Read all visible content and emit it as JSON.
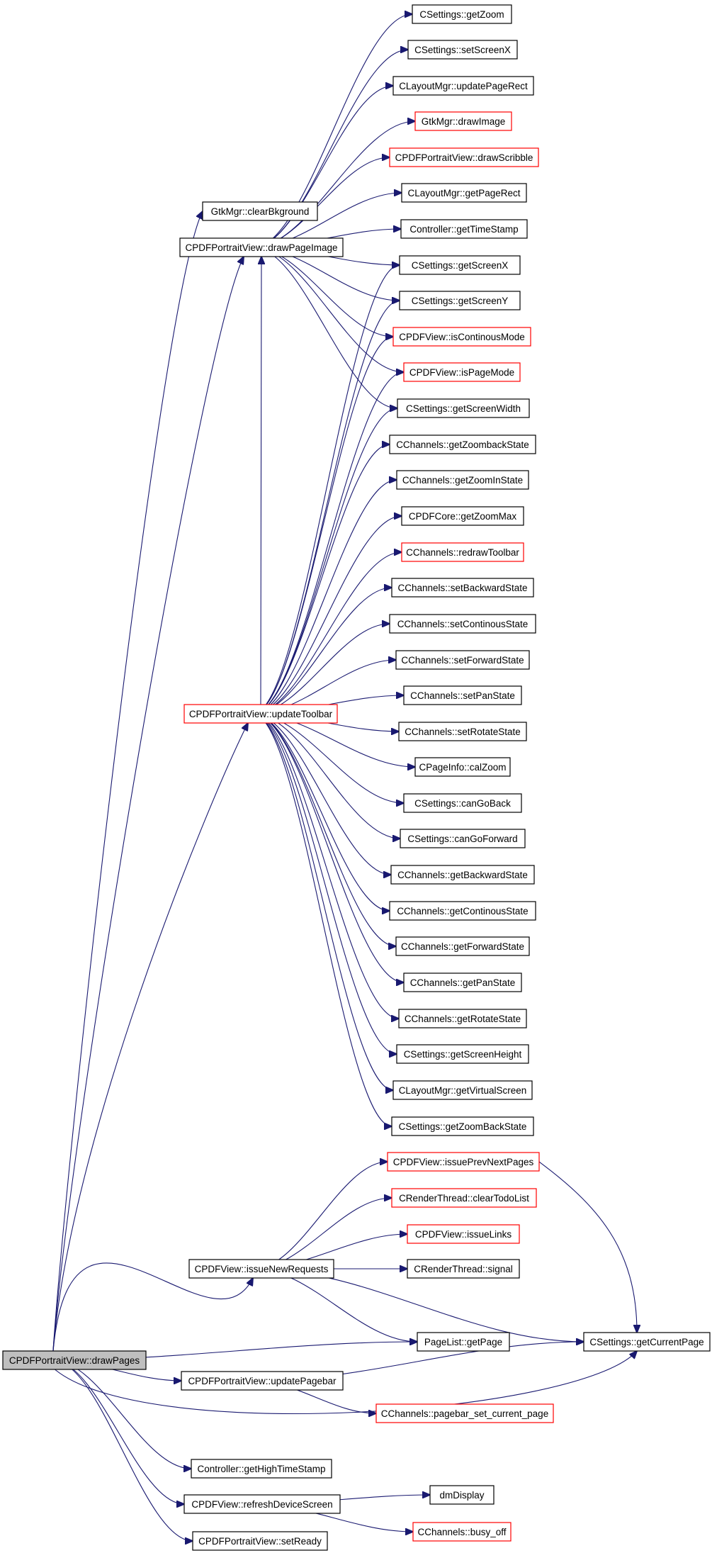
{
  "diagram": {
    "colors": {
      "edge": "#191970",
      "red_border": "#ff0000",
      "root_fill": "#bfbfbf"
    },
    "nodes": [
      {
        "id": "root",
        "label": "CPDFPortraitView::drawPages",
        "style": "root"
      },
      {
        "id": "gtk_clear",
        "label": "GtkMgr::clearBkground",
        "style": "normal"
      },
      {
        "id": "drawPageImage",
        "label": "CPDFPortraitView::drawPageImage",
        "style": "normal"
      },
      {
        "id": "updateToolbar",
        "label": "CPDFPortraitView::updateToolbar",
        "style": "red"
      },
      {
        "id": "issueNewRequests",
        "label": "CPDFView::issueNewRequests",
        "style": "normal"
      },
      {
        "id": "updatePagebar",
        "label": "CPDFPortraitView::updatePagebar",
        "style": "normal"
      },
      {
        "id": "getHighTimeStamp",
        "label": "Controller::getHighTimeStamp",
        "style": "normal"
      },
      {
        "id": "refreshDeviceScreen",
        "label": "CPDFView::refreshDeviceScreen",
        "style": "normal"
      },
      {
        "id": "setReady",
        "label": "CPDFPortraitView::setReady",
        "style": "normal"
      },
      {
        "id": "getZoom",
        "label": "CSettings::getZoom",
        "style": "normal"
      },
      {
        "id": "setScreenX",
        "label": "CSettings::setScreenX",
        "style": "normal"
      },
      {
        "id": "updatePageRect",
        "label": "CLayoutMgr::updatePageRect",
        "style": "normal"
      },
      {
        "id": "drawImage",
        "label": "GtkMgr::drawImage",
        "style": "red"
      },
      {
        "id": "drawScribble",
        "label": "CPDFPortraitView::drawScribble",
        "style": "red"
      },
      {
        "id": "getPageRect",
        "label": "CLayoutMgr::getPageRect",
        "style": "normal"
      },
      {
        "id": "getTimeStamp",
        "label": "Controller::getTimeStamp",
        "style": "normal"
      },
      {
        "id": "getScreenX",
        "label": "CSettings::getScreenX",
        "style": "normal"
      },
      {
        "id": "getScreenY",
        "label": "CSettings::getScreenY",
        "style": "normal"
      },
      {
        "id": "isContinousMode",
        "label": "CPDFView::isContinousMode",
        "style": "red"
      },
      {
        "id": "isPageMode",
        "label": "CPDFView::isPageMode",
        "style": "red"
      },
      {
        "id": "getScreenWidth",
        "label": "CSettings::getScreenWidth",
        "style": "normal"
      },
      {
        "id": "getZoombackState",
        "label": "CChannels::getZoombackState",
        "style": "normal"
      },
      {
        "id": "getZoomInState",
        "label": "CChannels::getZoomInState",
        "style": "normal"
      },
      {
        "id": "getZoomMax",
        "label": "CPDFCore::getZoomMax",
        "style": "normal"
      },
      {
        "id": "redrawToolbar",
        "label": "CChannels::redrawToolbar",
        "style": "red"
      },
      {
        "id": "setBackwardState",
        "label": "CChannels::setBackwardState",
        "style": "normal"
      },
      {
        "id": "setContinousState",
        "label": "CChannels::setContinousState",
        "style": "normal"
      },
      {
        "id": "setForwardState",
        "label": "CChannels::setForwardState",
        "style": "normal"
      },
      {
        "id": "setPanState",
        "label": "CChannels::setPanState",
        "style": "normal"
      },
      {
        "id": "setRotateState",
        "label": "CChannels::setRotateState",
        "style": "normal"
      },
      {
        "id": "calZoom",
        "label": "CPageInfo::calZoom",
        "style": "normal"
      },
      {
        "id": "canGoBack",
        "label": "CSettings::canGoBack",
        "style": "normal"
      },
      {
        "id": "canGoForward",
        "label": "CSettings::canGoForward",
        "style": "normal"
      },
      {
        "id": "getBackwardState",
        "label": "CChannels::getBackwardState",
        "style": "normal"
      },
      {
        "id": "getContinousState",
        "label": "CChannels::getContinousState",
        "style": "normal"
      },
      {
        "id": "getForwardState",
        "label": "CChannels::getForwardState",
        "style": "normal"
      },
      {
        "id": "getPanState",
        "label": "CChannels::getPanState",
        "style": "normal"
      },
      {
        "id": "getRotateState",
        "label": "CChannels::getRotateState",
        "style": "normal"
      },
      {
        "id": "getScreenHeight",
        "label": "CSettings::getScreenHeight",
        "style": "normal"
      },
      {
        "id": "getVirtualScreen",
        "label": "CLayoutMgr::getVirtualScreen",
        "style": "normal"
      },
      {
        "id": "getZoomBackState",
        "label": "CSettings::getZoomBackState",
        "style": "normal"
      },
      {
        "id": "issuePrevNextPages",
        "label": "CPDFView::issuePrevNextPages",
        "style": "red"
      },
      {
        "id": "clearTodoList",
        "label": "CRenderThread::clearTodoList",
        "style": "red"
      },
      {
        "id": "issueLinks",
        "label": "CPDFView::issueLinks",
        "style": "red"
      },
      {
        "id": "signal",
        "label": "CRenderThread::signal",
        "style": "normal"
      },
      {
        "id": "getPage",
        "label": "PageList::getPage",
        "style": "normal"
      },
      {
        "id": "getCurrentPage",
        "label": "CSettings::getCurrentPage",
        "style": "normal"
      },
      {
        "id": "pagebar_set_current_page",
        "label": "CChannels::pagebar_set_current_page",
        "style": "red"
      },
      {
        "id": "dmDisplay",
        "label": "dmDisplay",
        "style": "normal"
      },
      {
        "id": "busy_off",
        "label": "CChannels::busy_off",
        "style": "red"
      }
    ],
    "edges": [
      [
        "root",
        "gtk_clear"
      ],
      [
        "root",
        "drawPageImage"
      ],
      [
        "root",
        "updateToolbar"
      ],
      [
        "root",
        "issueNewRequests"
      ],
      [
        "root",
        "getPage"
      ],
      [
        "root",
        "updatePagebar"
      ],
      [
        "root",
        "getCurrentPage"
      ],
      [
        "root",
        "getHighTimeStamp"
      ],
      [
        "root",
        "refreshDeviceScreen"
      ],
      [
        "root",
        "setReady"
      ],
      [
        "drawPageImage",
        "getZoom"
      ],
      [
        "drawPageImage",
        "setScreenX"
      ],
      [
        "drawPageImage",
        "updatePageRect"
      ],
      [
        "drawPageImage",
        "drawImage"
      ],
      [
        "drawPageImage",
        "drawScribble"
      ],
      [
        "drawPageImage",
        "getPageRect"
      ],
      [
        "drawPageImage",
        "getTimeStamp"
      ],
      [
        "drawPageImage",
        "getScreenX"
      ],
      [
        "drawPageImage",
        "getScreenY"
      ],
      [
        "drawPageImage",
        "isContinousMode"
      ],
      [
        "drawPageImage",
        "isPageMode"
      ],
      [
        "drawPageImage",
        "getScreenWidth"
      ],
      [
        "updateToolbar",
        "drawPageImage"
      ],
      [
        "updateToolbar",
        "getScreenX"
      ],
      [
        "updateToolbar",
        "getScreenY"
      ],
      [
        "updateToolbar",
        "isContinousMode"
      ],
      [
        "updateToolbar",
        "isPageMode"
      ],
      [
        "updateToolbar",
        "getScreenWidth"
      ],
      [
        "updateToolbar",
        "getZoombackState"
      ],
      [
        "updateToolbar",
        "getZoomInState"
      ],
      [
        "updateToolbar",
        "getZoomMax"
      ],
      [
        "updateToolbar",
        "redrawToolbar"
      ],
      [
        "updateToolbar",
        "setBackwardState"
      ],
      [
        "updateToolbar",
        "setContinousState"
      ],
      [
        "updateToolbar",
        "setForwardState"
      ],
      [
        "updateToolbar",
        "setPanState"
      ],
      [
        "updateToolbar",
        "setRotateState"
      ],
      [
        "updateToolbar",
        "calZoom"
      ],
      [
        "updateToolbar",
        "canGoBack"
      ],
      [
        "updateToolbar",
        "canGoForward"
      ],
      [
        "updateToolbar",
        "getBackwardState"
      ],
      [
        "updateToolbar",
        "getContinousState"
      ],
      [
        "updateToolbar",
        "getForwardState"
      ],
      [
        "updateToolbar",
        "getPanState"
      ],
      [
        "updateToolbar",
        "getRotateState"
      ],
      [
        "updateToolbar",
        "getScreenHeight"
      ],
      [
        "updateToolbar",
        "getVirtualScreen"
      ],
      [
        "updateToolbar",
        "getZoomBackState"
      ],
      [
        "issueNewRequests",
        "issuePrevNextPages"
      ],
      [
        "issueNewRequests",
        "clearTodoList"
      ],
      [
        "issueNewRequests",
        "issueLinks"
      ],
      [
        "issueNewRequests",
        "signal"
      ],
      [
        "issueNewRequests",
        "getPage"
      ],
      [
        "issueNewRequests",
        "getCurrentPage"
      ],
      [
        "issuePrevNextPages",
        "getCurrentPage"
      ],
      [
        "updatePagebar",
        "getCurrentPage"
      ],
      [
        "updatePagebar",
        "pagebar_set_current_page"
      ],
      [
        "refreshDeviceScreen",
        "dmDisplay"
      ],
      [
        "refreshDeviceScreen",
        "busy_off"
      ]
    ]
  }
}
